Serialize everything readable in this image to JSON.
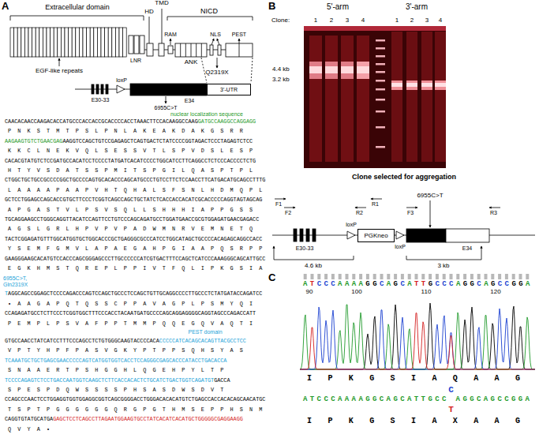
{
  "diagram": {
    "nodes": [
      {
        "text": [
          "3'-UTR"
        ]
      },
      {
        "text": [
          "PGKneo"
        ]
      }
    ],
    "labels": [
      "A",
      "Extracellular domain",
      "TMD",
      "HD",
      "NICD",
      "RAM",
      "NLS",
      "PEST",
      "EGF-like repeats",
      "LNR",
      "ANK",
      "Q2319X",
      "loxP",
      "E30-33",
      "E34",
      "6955C>T",
      "nuclear localization sequence",
      "6955C>T, Gln2319X",
      "PEST domain",
      "CAACACAACCAAGACACCATGCCCACCACCGCACCCCACCTAAACTTCCACAAGGCCAAG",
      "GATGCCAAGGCCAGGAGG",
      "P N K S T M T P S L P N L A K E A K D A K G S R R",
      "AAGAAGTGTCTGAACGAG",
      "AAGGTCCAGCTGTCCGAGAGCTCAGTGACTCTATCCCCGGTAGACTCCCTAGAGTCTCC",
      "K K C L N E K V Q L S E S S V T L S P V D S L E S P",
      "CACACGTATGTCTCCGATGCCACATCCTCCCCTATGATCACATCCCCTGGCATCCTTCAGGCCTCTCCCACCCCTCTG",
      "H T Y V S D A T S S P M I T S P G I L Q A S P T P L",
      "CTGGCTGCTGCCGCCCCGGCTGCCCCAGTGCACACCCAGCATGCCCTGTCCTTCTCCAACCTTCATGACATGCAGCCTTTG",
      "L A A A A P A A P V H T Q H A L S F S N L H D M Q P L",
      "GCTCCTGGAGCCAGCACCGTGCTTCCCTCGGTCAGCCAGCTGCTATCTCACCACCACATCGCACCCCCAGGTAGTAGCAG",
      "A P G A S T V L P S V S Q L L S H H H I A P P G S S",
      "TGCAGGAAGCCTGGGCAGGTTACATCCAGTTCCTGTCCCAGCAGATGCCTGGATGAACCGCGTGGAGATGAACGAGACC",
      "A G S L G R L H P V P V P A D W M N R V E M N E T Q",
      "TACTCGGAGATGTTTGGCATGGTGCTGGCACCCGCTGAGGGCGCCCATCCTGGCATAGCTGCCCCACAGAGCAGGCCACC",
      "Y S E M F G M V L A P A E G A H P G I A A P Q S R P P",
      "GAAGGGAAGCACATGTCCACCCAGCGGGAGCCCTTGCCCCCCATCGTGACTTTCCAGCTCATCCCAAAGGGCAGCATTGCC",
      "E G K H M S T Q R E P L P P I V T F Q L I P K G S I A",
      "T",
      "AGGCAGCCGGAGCTCCCCAGACCCAGTCCAGCTGCCCTCCAGCTGTTGCAGGCCCCTTGCCCTCTATGATACCAGATCC",
      "• A A G A P Q T Q S S C P P A V A G P L P S M Y Q I",
      "CCAGAGATGCCTCTTCCCTCGGTGGCTTTCCCACCTACAATGATGCCCCAGCAGGAGGGGCAGGTAGCCCAGACCATT",
      "P E M P L P S V A F P P T M M P Q Q E G Q V A Q T I",
      "GTGCCAACCTATCATCCTTTCCCAGCCTCTGTGGGCAAGTACCCCACA",
      "CCCCCATCACAGCACAGTTACGCCTCC",
      "V P T Y H P F P A S V G K Y P T P P S Q H S Y A S",
      "TCAAATGCTGCTGAGCGAACCCCCAGTCATGGTGGTCACCTCCAGGGCGAGCACCCATACCTGACACCA",
      "S N A A E R T P S H G G H L Q G E H P Y L T P",
      "TCCCCAGAGTCTCCTGACCAATGGTCAAGCTCTTCACCACACTCTGCATCTGACTGGTCAGATGT",
      "GACCA",
      "S P E S P D Q W S S S S P H S A S D W S D V T",
      "CCAGCCCAACTCCTGGAGGTGGTGGAGGCGGTCAGCGGGGACCTGGGACACACATGTCTGAGCCACCACACAGCAACATGC",
      "T S P T P G G G G G G Q R G P G T H M S E P P H S N M",
      "CAGGTGTATGCATGA",
      "GAGCTCCTCAGCCTTAGAATGGAAGTGCCTATCACATCACATGCTGGGGGCGAGGAAGG",
      "Q V Y A •",
      "B",
      "Clone:",
      "5'-arm",
      "3'-arm",
      "1",
      "2",
      "3",
      "4",
      "1",
      "2",
      "3",
      "4",
      "4.4 kb",
      "3.2 kb",
      "Clone selected for aggregation",
      "F1",
      "F2",
      "R2",
      "R1",
      "F3",
      "R3",
      "loxP",
      "loxP",
      "6955C>T",
      "E30-33",
      "E34",
      "4.6 kb",
      "3 kb",
      "C",
      "90",
      "100",
      "110",
      "120",
      "ATCCCAAAAGGCAGCATTGCCCAGGCAGCCGGA",
      "I P K G S I A Q A A G",
      "C",
      "ATCCCAAAAGGCAGCATTGCC",
      "AGGCAGCCGGA",
      "T",
      "I P K G S I A X A A G"
    ]
  }
}
